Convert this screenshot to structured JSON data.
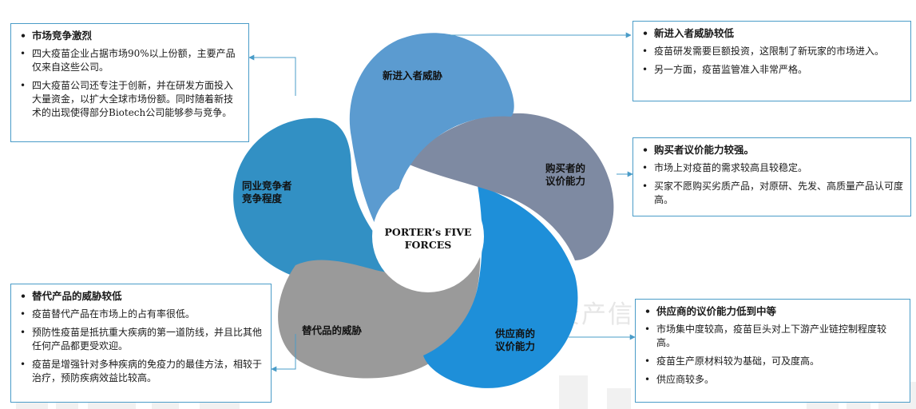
{
  "watermark": "资产信息网·投行",
  "center": {
    "line1": "PORTER’s FIVE",
    "line2": "FORCES"
  },
  "petals": {
    "new_entrants": [
      "新进入者威胁"
    ],
    "buyers": [
      "购买者的",
      "议价能力"
    ],
    "suppliers": [
      "供应商的",
      "议价能力"
    ],
    "substitutes": [
      "替代品的威胁"
    ],
    "rivalry": [
      "同业竞争者",
      "竞争程度"
    ]
  },
  "colors": {
    "new_entrants": "#5b9bd0",
    "buyers": "#7e8aa2",
    "suppliers": "#1e8fd9",
    "substitutes": "#9a9a9a",
    "rivalry": "#3290c4",
    "box_border": "#4a9cc8"
  },
  "boxes": {
    "rivalry": {
      "items": [
        "市场竞争激烈",
        "四大疫苗企业占据市场90%以上份额，主要产品仅来自这些公司。",
        "四大疫苗公司还专注于创新，并在研发方面投入大量资金，以扩大全球市场份额。同时随着新技术的出现使得部分Biotech公司能够参与竞争。"
      ]
    },
    "new_entrants": {
      "items": [
        "新进入者威胁较低",
        "疫苗研发需要巨额投资，这限制了新玩家的市场进入。",
        "另一方面，疫苗监管准入非常严格。"
      ]
    },
    "buyers": {
      "items": [
        "购买者议价能力较强。",
        "市场上对疫苗的需求较高且较稳定。",
        "买家不愿购买劣质产品，对原研、先发、高质量产品认可度高。"
      ]
    },
    "substitutes": {
      "items": [
        "替代产品的威胁较低",
        "疫苗替代产品在市场上的占有率很低。",
        "预防性疫苗是抵抗重大疾病的第一道防线，并且比其他任何产品都更受欢迎。",
        "疫苗是增强针对多种疾病的免疫力的最佳方法，相较于治疗，预防疾病效益比较高。"
      ]
    },
    "suppliers": {
      "items": [
        "供应商的议价能力低到中等",
        "市场集中度较高，疫苗巨头对上下游产业链控制程度较高。",
        "疫苗生产原材料较为基础，可及度高。",
        "供应商较多。"
      ]
    }
  }
}
